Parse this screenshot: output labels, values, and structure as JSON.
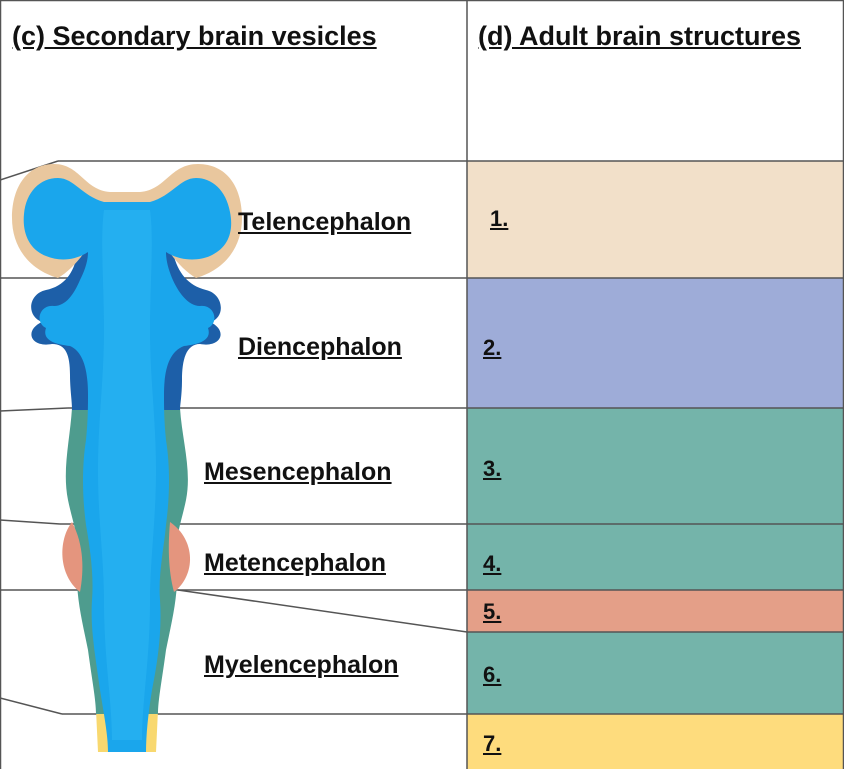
{
  "headers": {
    "left": "(c) Secondary brain vesicles",
    "right": "(d) Adult brain structures"
  },
  "vesicles": [
    {
      "name": "Telencephalon",
      "color": "#f2e0c9"
    },
    {
      "name": "Diencephalon",
      "color": "#9eacd8"
    },
    {
      "name": "Mesencephalon",
      "color": "#74b4aa"
    },
    {
      "name": "Metencephalon",
      "color": "#74b4aa"
    },
    {
      "name": "Myelencephalon",
      "color": "#74b4aa"
    }
  ],
  "structures": [
    {
      "label": "1.",
      "color": "#f2e0c9"
    },
    {
      "label": "2.",
      "color": "#9eacd8"
    },
    {
      "label": "3.",
      "color": "#74b4aa"
    },
    {
      "label": "4.",
      "color": "#74b4aa"
    },
    {
      "label": "5.",
      "color": "#e49f88"
    },
    {
      "label": "6.",
      "color": "#74b4aa"
    },
    {
      "label": "7.",
      "color": "#fedc7d"
    }
  ],
  "colors": {
    "ventricle": "#1aa6ec",
    "diencephalon_wall": "#1d5fa8",
    "telencephalon_wall": "#e9c79e",
    "brainstem_wall": "#4e9c8e",
    "metencephalon_wall": "#e4957e",
    "spinal_cord_wall": "#f8d86f",
    "lines": "#555555"
  }
}
